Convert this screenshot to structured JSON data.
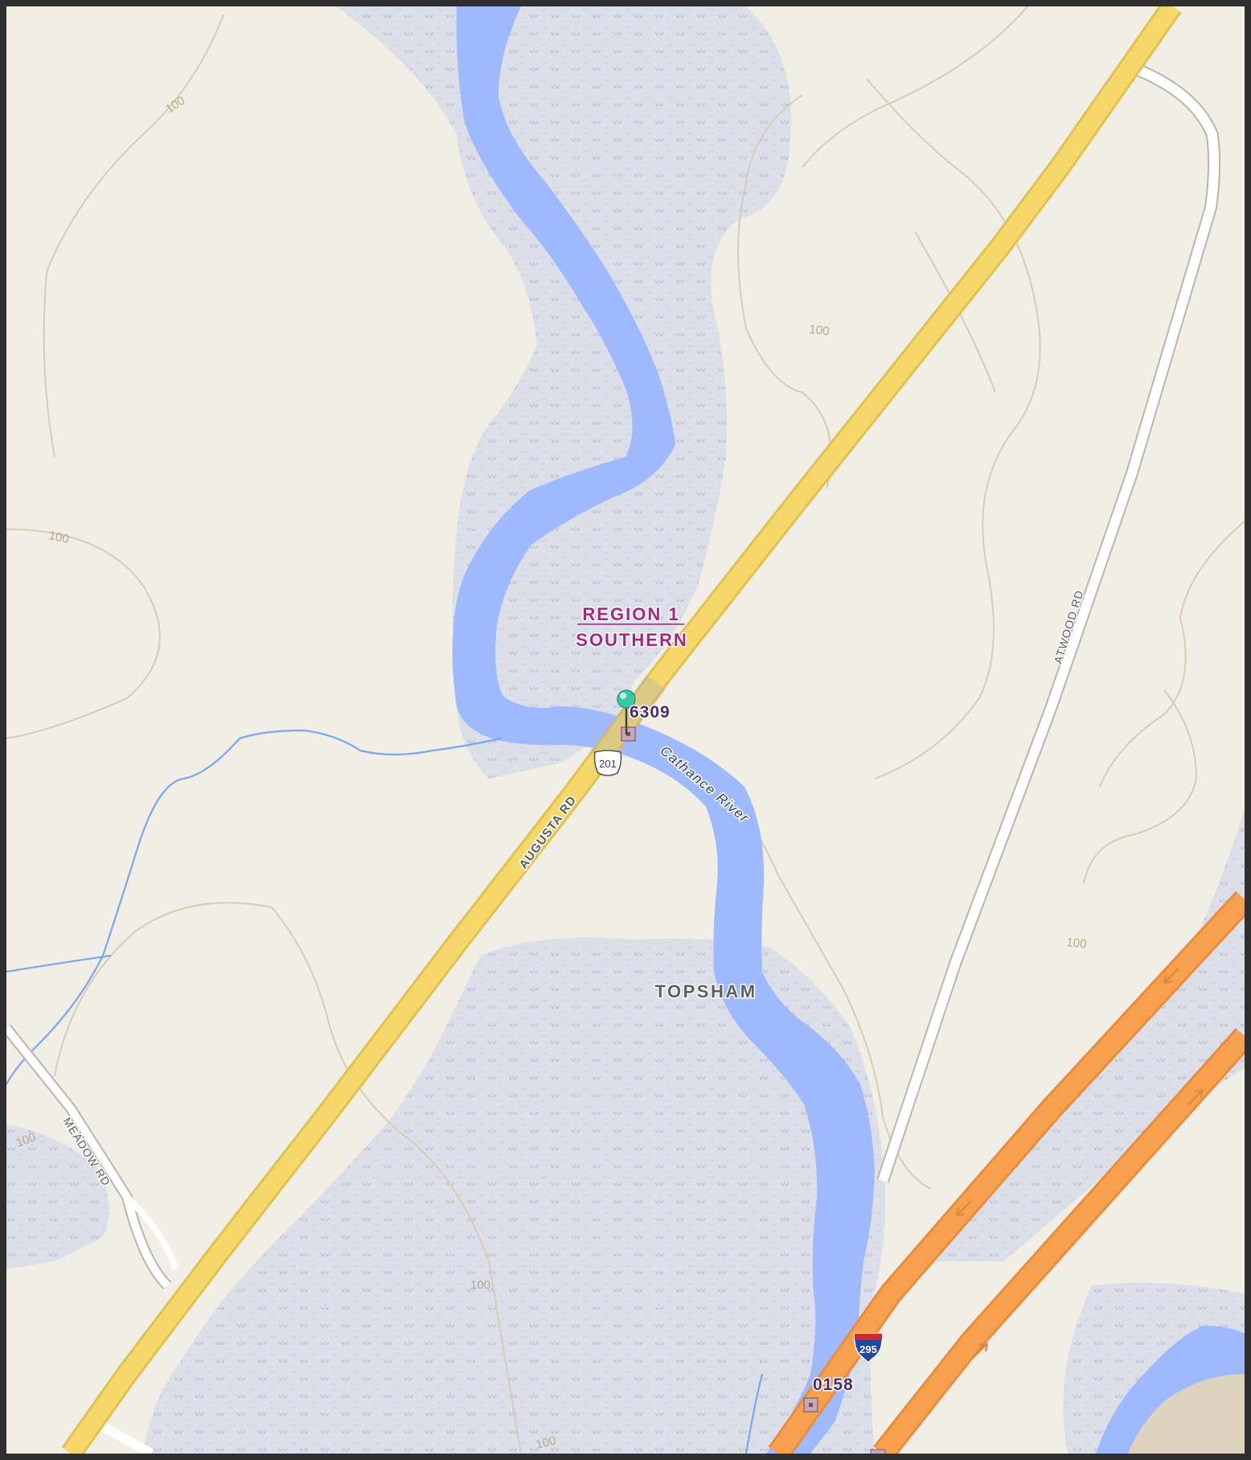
{
  "map": {
    "region_label": {
      "line1": "REGION 1",
      "line2": "SOUTHERN",
      "color": "#a3267f"
    },
    "town_label": "TOPSHAM",
    "roads": {
      "augusta_rd": "AUGUSTA RD",
      "atwood_rd": "ATWOOD RD",
      "meadow_rd": "MEADOW RD"
    },
    "river_label": "Cathance River",
    "shields": {
      "us_route": "201",
      "interstate": "295"
    },
    "markers": [
      {
        "id": "6309",
        "label": "6309",
        "type": "pin"
      },
      {
        "id": "0158",
        "label": "0158",
        "type": "square"
      }
    ],
    "contour_labels": [
      "100",
      "100",
      "100",
      "100",
      "100",
      "100",
      "100"
    ],
    "colors": {
      "land": "#f1eee6",
      "wetland": "#d9dce5",
      "water": "#9fb9fe",
      "us_highway": "#f5d869",
      "interstate": "#f9a04e",
      "local_road": "#ffffff",
      "contour": "#d5c8b2"
    }
  }
}
